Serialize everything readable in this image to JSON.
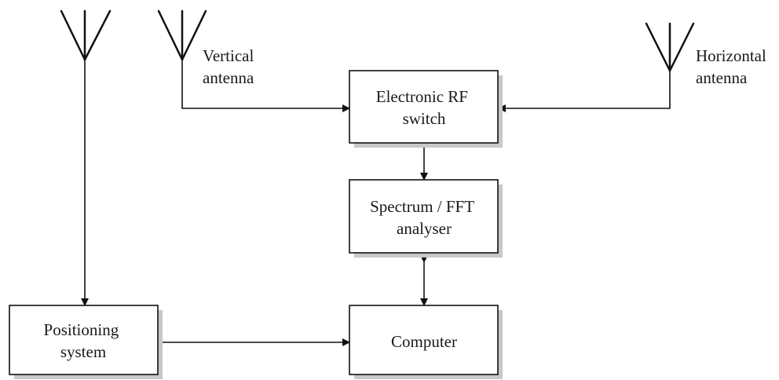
{
  "boxes": {
    "rf_switch": {
      "line1": "Electronic RF",
      "line2": "switch"
    },
    "spectrum": {
      "line1": "Spectrum / FFT",
      "line2": "analyser"
    },
    "positioning": {
      "line1": "Positioning",
      "line2": "system"
    },
    "computer": {
      "line1": "Computer"
    }
  },
  "antennas": {
    "vertical": {
      "line1": "Vertical",
      "line2": "antenna"
    },
    "horizontal": {
      "line1": "Horizontal",
      "line2": "antenna"
    }
  },
  "colors": {
    "stroke": "#111111",
    "shadow": "#c8c8c8",
    "box_fill": "#ffffff"
  }
}
